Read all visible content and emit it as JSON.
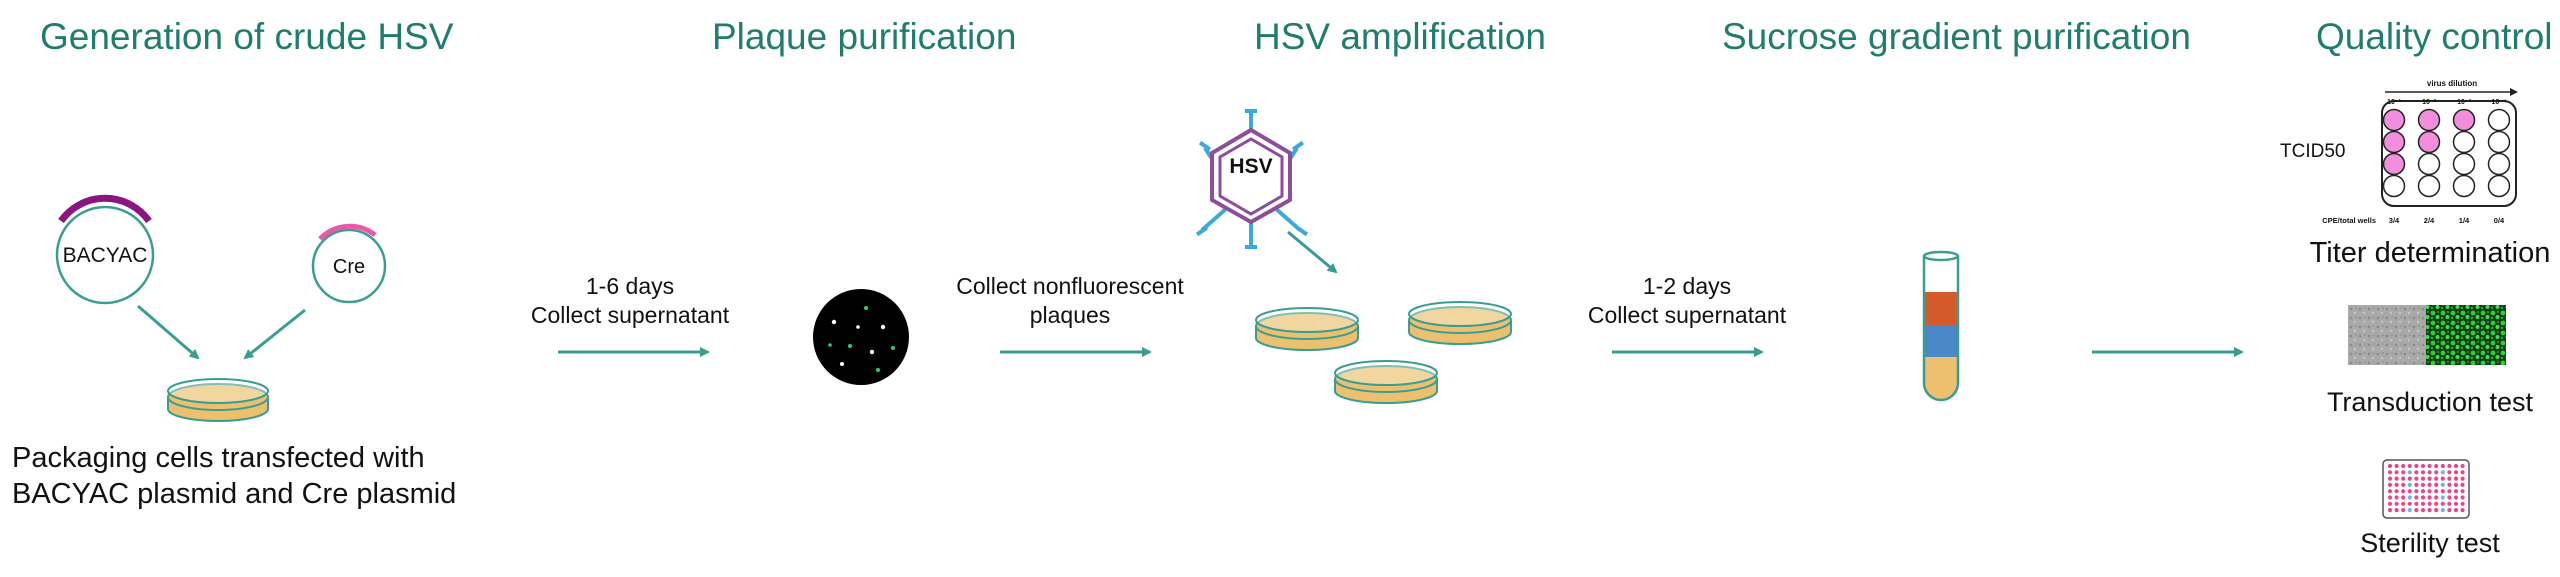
{
  "stages": [
    {
      "title": "Generation of crude HSV"
    },
    {
      "title": "Plaque purification"
    },
    {
      "title": "HSV amplification"
    },
    {
      "title": "Sucrose gradient purification"
    },
    {
      "title": "Quality control"
    }
  ],
  "generation": {
    "plasmid_a": "BACYAC",
    "plasmid_b": "Cre",
    "caption_line1": "Packaging cells transfected with",
    "caption_line2": "BACYAC plasmid and Cre plasmid"
  },
  "step1": {
    "line1": "1-6 days",
    "line2": "Collect supernatant"
  },
  "step2": {
    "line1": "Collect nonfluorescent",
    "line2": "plaques"
  },
  "virus_label": "HSV",
  "step3": {
    "line1": "1-2 days",
    "line2": "Collect supernatant"
  },
  "qc": {
    "tcid_label": "TCID50",
    "virus_dilution": "virus dilution",
    "dilutions": [
      "10⁻¹",
      "10⁻²",
      "10⁻³",
      "10⁻⁴"
    ],
    "cpe_label": "CPE/total wells",
    "cpe_values": [
      "3/4",
      "2/4",
      "1/4",
      "0/4"
    ],
    "titer": "Titer determination",
    "transduction": "Transduction test",
    "sterility": "Sterility test"
  },
  "colors": {
    "heading": "#1f7d6e",
    "teal": "#3a9d92",
    "plasmid_a_arc": "#8a1580",
    "plasmid_b_arc": "#e85aa8",
    "cell_fill": "#ecc06e",
    "hsv_purple": "#8c4d9a",
    "spike_blue": "#3aa9dc",
    "gradient_red": "#d55a2b",
    "gradient_blue": "#4a88c8",
    "gradient_yellow": "#ecc06e",
    "well_pink": "#f28fdd"
  }
}
